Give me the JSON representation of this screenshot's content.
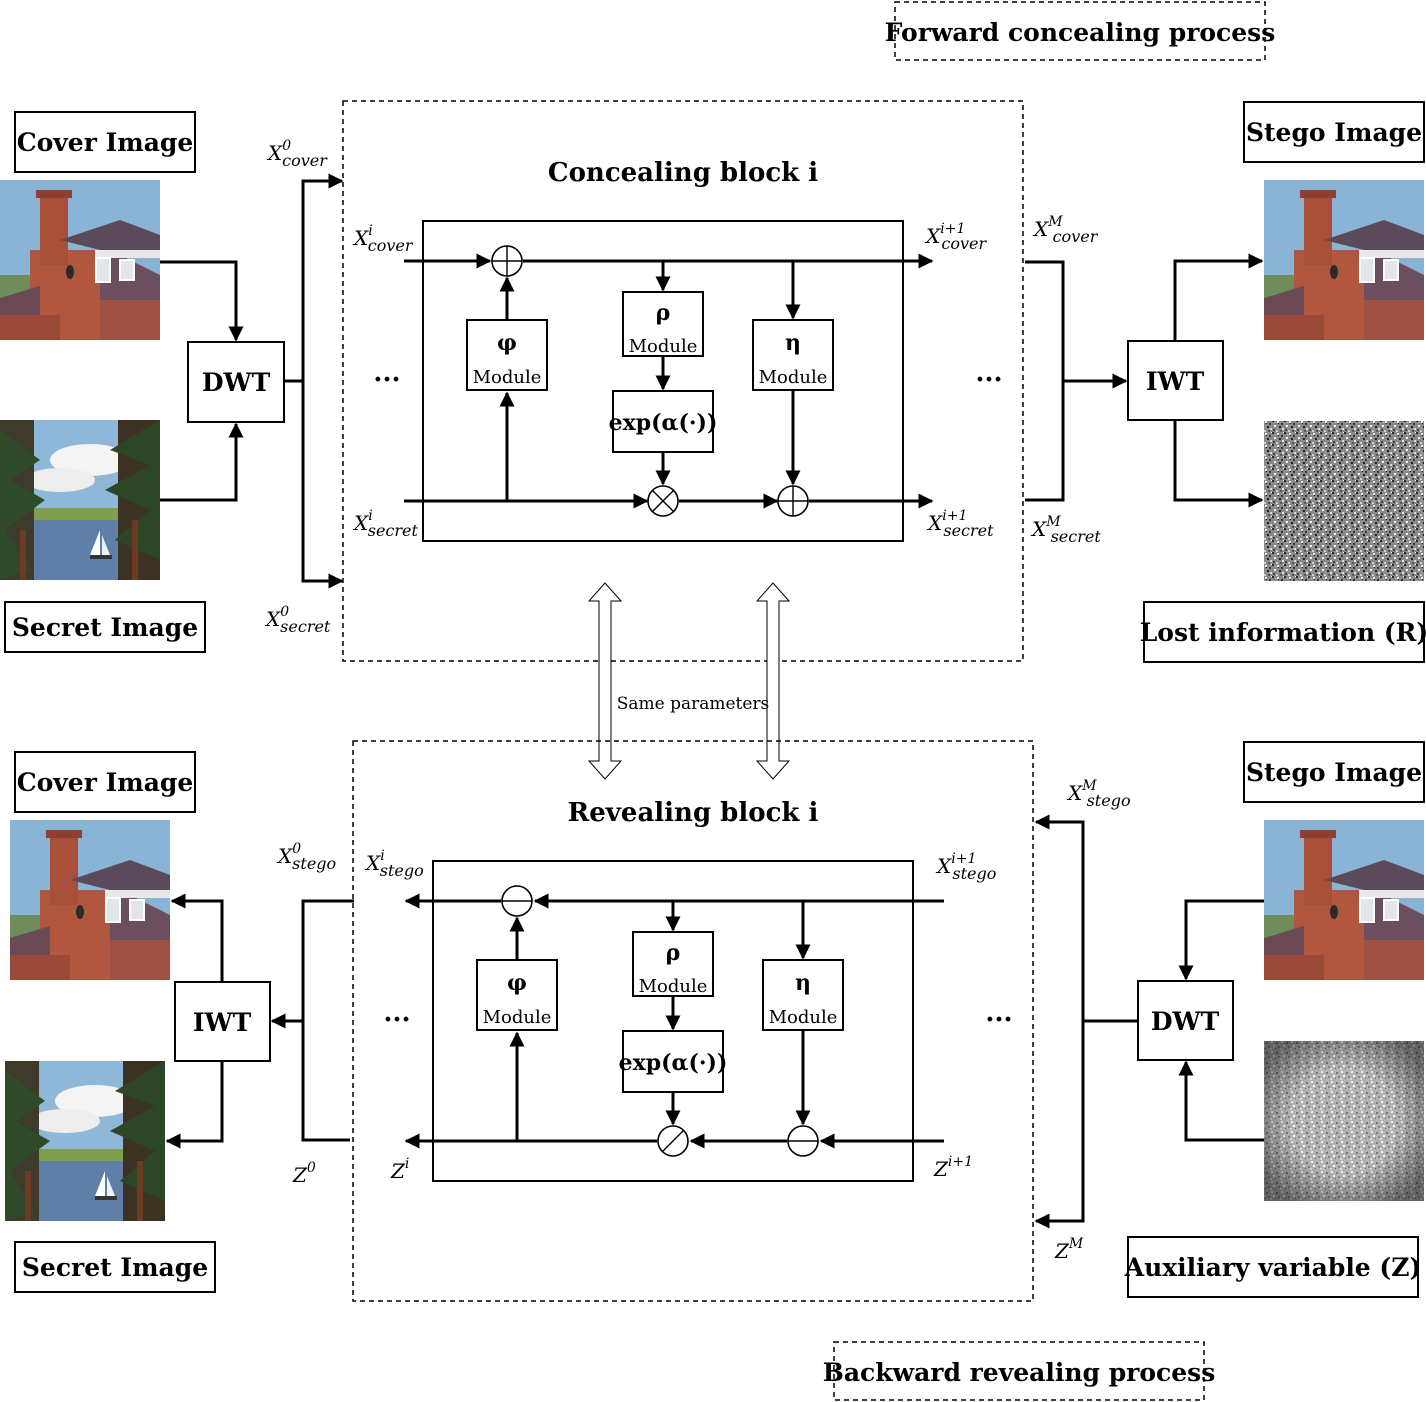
{
  "forward_process": {
    "label": "Forward concealing process",
    "cover_image_label": "Cover Image",
    "secret_image_label": "Secret Image",
    "dwt": "DWT",
    "x0_cover": {
      "base": "X",
      "sup": "0",
      "sub": "cover"
    },
    "x0_secret": {
      "base": "X",
      "sup": "0",
      "sub": "secret"
    },
    "block_title": "Concealing block  i",
    "xi_cover": {
      "base": "X",
      "sup": "i",
      "sub": "cover"
    },
    "xi_secret": {
      "base": "X",
      "sup": "i",
      "sub": "secret"
    },
    "xi1_cover": {
      "base": "X",
      "sup": "i+1",
      "sub": "cover"
    },
    "xi1_secret": {
      "base": "X",
      "sup": "i+1",
      "sub": "secret"
    },
    "phi_symbol": "φ",
    "rho_symbol": "ρ",
    "eta_symbol": "η",
    "module_label": "Module",
    "exp_label": "exp(α(·))",
    "ellipsis": "···",
    "xm_cover": {
      "base": "X",
      "sup": "M",
      "sub": "cover"
    },
    "xm_secret": {
      "base": "X",
      "sup": "M",
      "sub": "secret"
    },
    "iwt": "IWT",
    "stego_image_label": "Stego Image",
    "lost_info_label": "Lost information (R)"
  },
  "shared": {
    "same_parameters": "Same parameters"
  },
  "backward_process": {
    "label": "Backward revealing process",
    "cover_image_label": "Cover Image",
    "secret_image_label": "Secret Image",
    "iwt": "IWT",
    "x0_stego": {
      "base": "X",
      "sup": "0",
      "sub": "stego"
    },
    "z0": {
      "base": "Z",
      "sup": "0"
    },
    "block_title": "Revealing block  i",
    "xi_stego": {
      "base": "X",
      "sup": "i",
      "sub": "stego"
    },
    "zi": {
      "base": "Z",
      "sup": "i"
    },
    "xi1_stego": {
      "base": "X",
      "sup": "i+1",
      "sub": "stego"
    },
    "zi1": {
      "base": "Z",
      "sup": "i+1"
    },
    "phi_symbol": "φ",
    "rho_symbol": "ρ",
    "eta_symbol": "η",
    "module_label": "Module",
    "exp_label": "exp(α(·))",
    "ellipsis": "···",
    "xm_stego": {
      "base": "X",
      "sup": "M",
      "sub": "stego"
    },
    "zm": {
      "base": "Z",
      "sup": "M"
    },
    "dwt": "DWT",
    "stego_image_label": "Stego Image",
    "aux_variable_label": "Auxiliary variable (Z)"
  },
  "icons": {
    "house_image": "house-photo",
    "lake_image": "lake-sailboat-photo",
    "noise_image": "noise-pattern"
  }
}
